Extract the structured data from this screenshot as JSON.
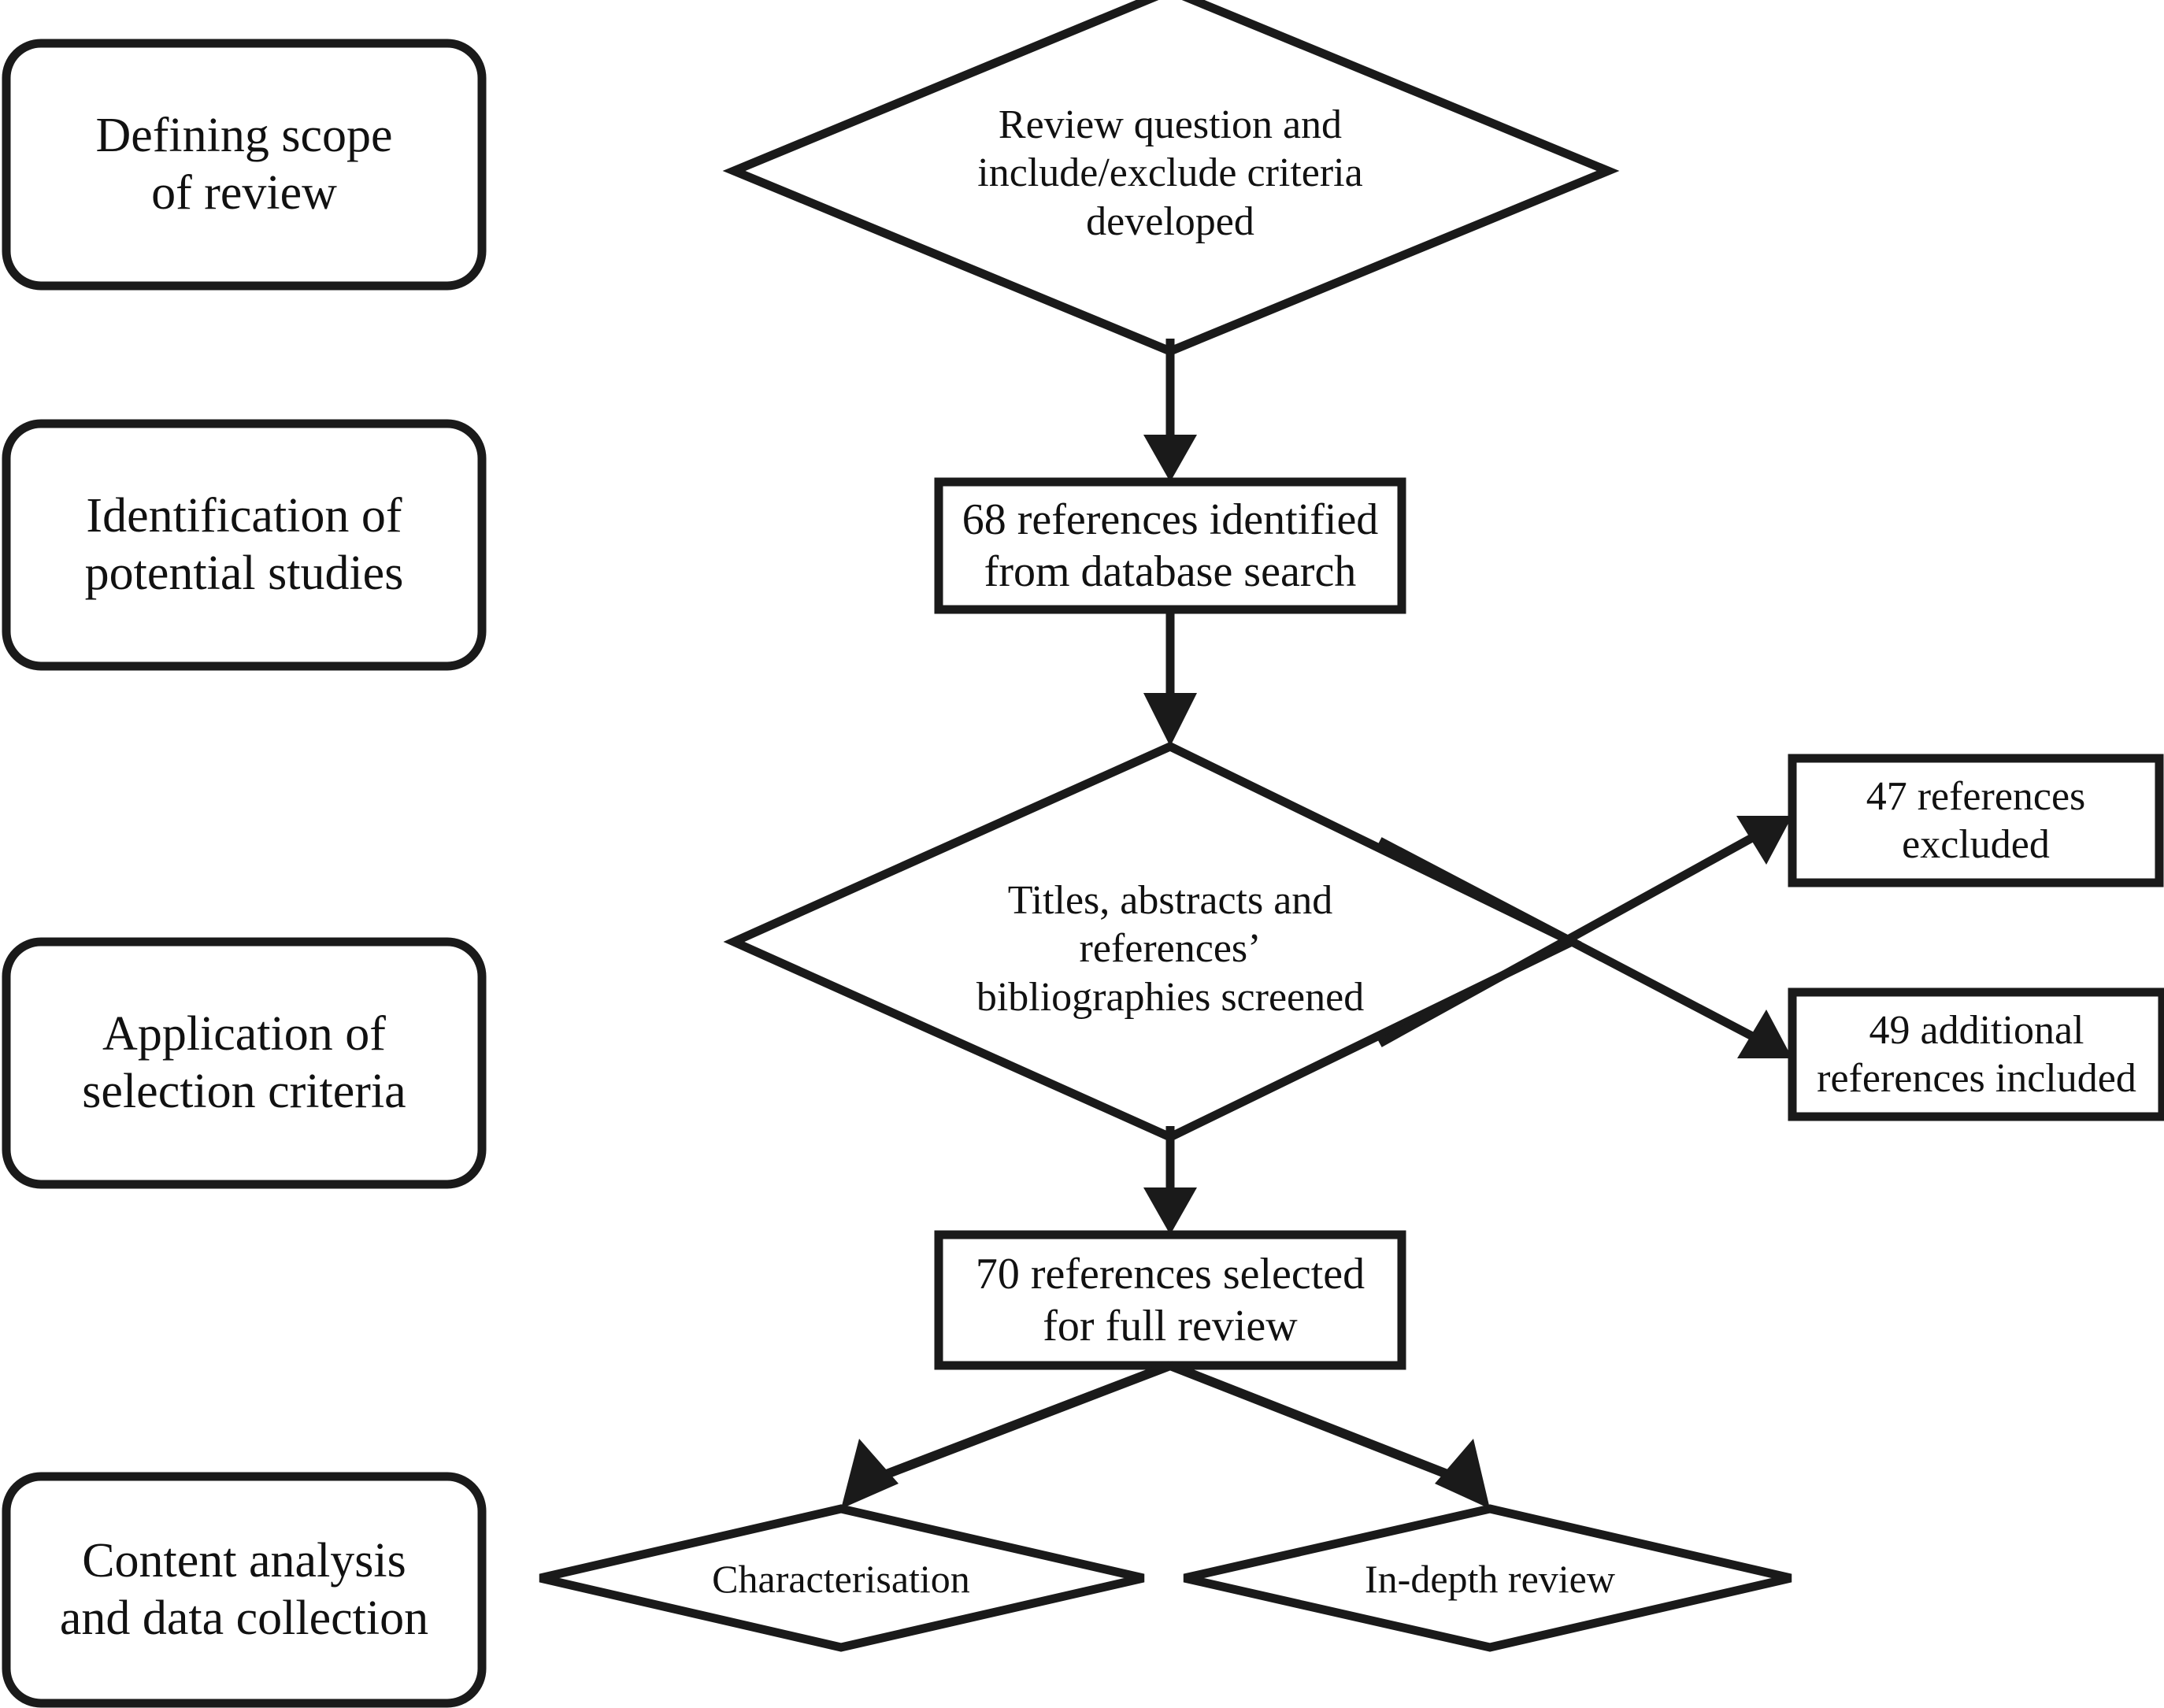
{
  "diagram": {
    "type": "flowchart",
    "title": "Systematic review selection process flow diagram",
    "colors": {
      "stroke": "#1a1a1a",
      "fill": "#ffffff",
      "text": "#111111"
    },
    "stage_labels": [
      {
        "id": "stage-defining-scope",
        "text": "Defining scope\nof review"
      },
      {
        "id": "stage-identification",
        "text": "Identification of\npotential studies"
      },
      {
        "id": "stage-selection-criteria",
        "text": "Application of\nselection criteria"
      },
      {
        "id": "stage-content-analysis",
        "text": "Content analysis\nand data collection"
      }
    ],
    "nodes": [
      {
        "id": "node-review-question",
        "shape": "diamond",
        "text": "Review question and\ninclude/exclude criteria\ndeveloped"
      },
      {
        "id": "node-68-references",
        "shape": "rectangle",
        "text": "68 references identified\nfrom database search",
        "count": 68
      },
      {
        "id": "node-screening",
        "shape": "diamond",
        "text": "Titles, abstracts and\nreferences’\nbibliographies screened"
      },
      {
        "id": "node-47-excluded",
        "shape": "rectangle",
        "text": "47 references\nexcluded",
        "count": 47
      },
      {
        "id": "node-49-included",
        "shape": "rectangle",
        "text": "49 additional\nreferences included",
        "count": 49
      },
      {
        "id": "node-70-selected",
        "shape": "rectangle",
        "text": "70 references selected\nfor full review",
        "count": 70
      },
      {
        "id": "node-characterisation",
        "shape": "diamond",
        "text": "Characterisation"
      },
      {
        "id": "node-in-depth-review",
        "shape": "diamond",
        "text": "In-depth review"
      }
    ],
    "edges": [
      {
        "id": "edge-question-to-68",
        "from": "node-review-question",
        "to": "node-68-references",
        "arrow": true
      },
      {
        "id": "edge-68-to-screening",
        "from": "node-68-references",
        "to": "node-screening",
        "arrow": true
      },
      {
        "id": "edge-screening-to-47-excluded",
        "from": "node-screening",
        "to": "node-47-excluded",
        "arrow": true
      },
      {
        "id": "edge-screening-to-49-included",
        "from": "node-screening",
        "to": "node-49-included",
        "arrow": true
      },
      {
        "id": "edge-screening-to-70",
        "from": "node-screening",
        "to": "node-70-selected",
        "arrow": true
      },
      {
        "id": "edge-70-to-characterisation",
        "from": "node-70-selected",
        "to": "node-characterisation",
        "arrow": true
      },
      {
        "id": "edge-70-to-in-depth",
        "from": "node-70-selected",
        "to": "node-in-depth-review",
        "arrow": true
      }
    ]
  }
}
